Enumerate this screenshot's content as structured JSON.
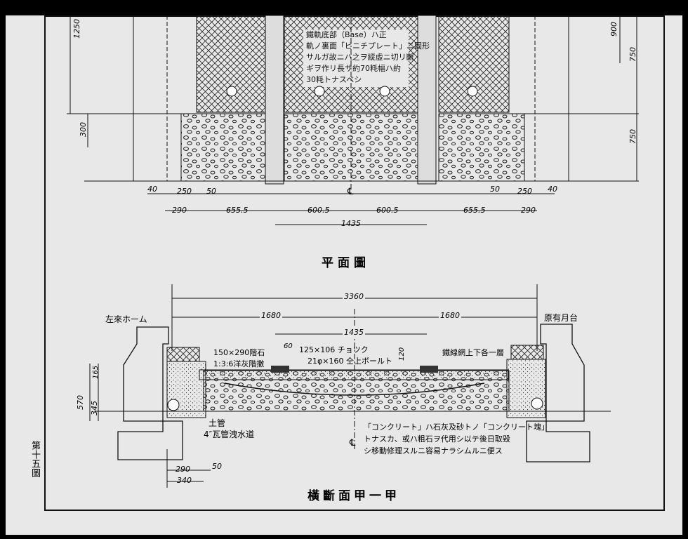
{
  "plan": {
    "title": "平面圖",
    "note_lines": [
      "鐵軌底部（Base）ハ正",
      "軌ノ裏面「ビニチプレート」ニ固形",
      "サルガ故ニハ之ヲ縱虛ニ切リ斷",
      "ギヲ作リ長サ約70粍幅ハ約",
      "30粍トナスベシ"
    ],
    "dims_left_vertical": [
      "1250",
      "300"
    ],
    "dims_right_vertical": [
      "900",
      "750",
      "750"
    ],
    "dims_row1": [
      "40",
      "250",
      "50",
      "50",
      "250",
      "40"
    ],
    "dims_row2": [
      "290",
      "655.5",
      "600.5",
      "600.5",
      "655.5",
      "290"
    ],
    "dims_row3": [
      "1435"
    ],
    "centerline": "℄"
  },
  "section": {
    "title": "橫斷面甲一甲",
    "dims_top": [
      "3360",
      "1680",
      "1680",
      "1435"
    ],
    "label_left_platform": "左來ホーム",
    "label_right_platform": "原有月台",
    "label_stone": "150×290階石",
    "label_mortar": "1:3:6洋灰階撒",
    "dim_60": "60",
    "label_tie": "125×106 チョツク",
    "label_bolt": "21φ×160 仝上ボールト",
    "dim_120": "120",
    "label_mesh": "鐵線網上下各一層",
    "dims_left_vertical": [
      "165",
      "570",
      "345"
    ],
    "label_pipe_1": "土管",
    "label_pipe_2": "4″瓦管洩水道",
    "note_lines": [
      "「コンクリート」ハ石灰及砂トノ「コンクリート塊」",
      "トナスカ、或ハ粗石ヲ代用シ以テ後日取毀",
      "シ移動修理スルニ容易ナラシムルニ便ス"
    ],
    "dims_bottom": [
      "290",
      "50",
      "340"
    ],
    "centerline": "℄"
  },
  "figure_label": "第十五圖"
}
